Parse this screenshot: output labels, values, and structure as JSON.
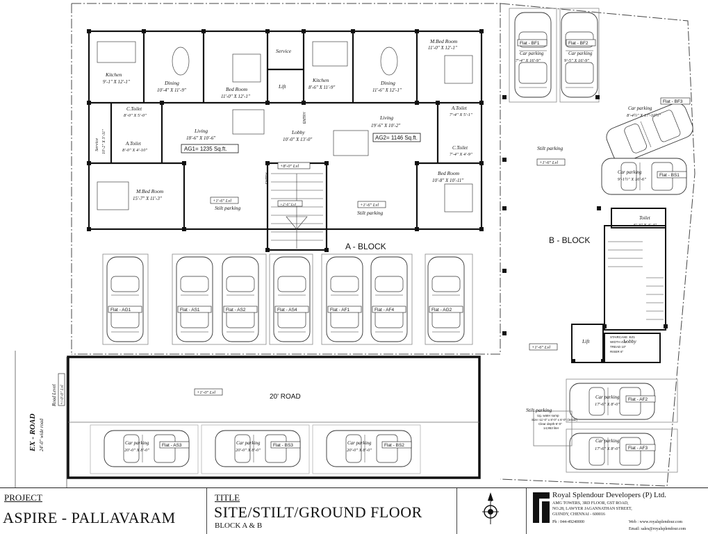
{
  "labels": {
    "kitchen1": "Kitchen",
    "kitchen1_dim": "9'-1\" X 12'-1\"",
    "dining1": "Dining",
    "dining1_dim": "10'-4\" X 11'-9\"",
    "bed1": "Bed Room",
    "bed1_dim": "11'-0\" X 12'-1\"",
    "service1": "Service",
    "lift1": "Lift",
    "kitchen2": "Kitchen",
    "kitchen2_dim": "8'-6\" X 11'-9\"",
    "dining2": "Dining",
    "dining2_dim": "11'-6\" X 12'-1\"",
    "mbed2": "M.Bed Room",
    "mbed2_dim": "11'-0\" X 12'-1\"",
    "ctoilet1": "C.Toilet",
    "ctoilet1_dim": "8'-0\" X 5'-0\"",
    "service2": "Service",
    "service2_dim": "10'-2\" X 3'-11\"",
    "atoilet1": "A.Toilet",
    "atoilet1_dim": "8'-0\" X 4'-10\"",
    "living1": "Living",
    "living1_dim": "18'-6\" X 10'-6\"",
    "ag1": "AG1= 1235 Sq.ft.",
    "lobby1": "Lobby",
    "lobby1_dim": "10'-0\" X 13'-0\"",
    "entry1": "ENTRY",
    "entry2": "ENTRY",
    "lvl_8": "+8'-0\" Lvl",
    "living2": "Living",
    "living2_dim": "19'-6\" X 10'-2\"",
    "ag2": "AG2= 1146 Sq.ft.",
    "atoilet2": "A.Toilet",
    "atoilet2_dim": "7'-4\" X 5'-1\"",
    "ctoilet2": "C.Toilet",
    "ctoilet2_dim": "7'-4\" X 4'-9\"",
    "bed2": "Bed Room",
    "bed2_dim": "10'-8\" X 10'-11\"",
    "mbed1": "M.Bed Room",
    "mbed1_dim": "15'-7\" X 11'-3\"",
    "lvl_a1": "+1'-6\" Lvl",
    "stilt_a1": "Stilt parking",
    "lvl_2": "+2'-0\" Lvl",
    "lvl_a2": "+1'-6\" Lvl",
    "stilt_a2": "Stilt parking",
    "ablock": "A - BLOCK",
    "cars_a": [
      "Flat - AG1",
      "Flat - AS1",
      "Flat - AS2",
      "Flat - AS4",
      "Flat - AF1",
      "Flat - AF4",
      "Flat - AG2"
    ],
    "bf1": "Flat - BF1",
    "bf2": "Flat - BF2",
    "bf1_cp": "Car parking",
    "bf1_dim": "7'-4\" X 16'-9\"",
    "bf2_cp": "Car parking",
    "bf2_dim": "9'-5\" X 16'-9\"",
    "bf3": "Flat - BF3",
    "bf3_cp": "Car parking",
    "bf3_dim": "8'-4½\" X 17'-10½\"",
    "stilt_b": "Stilt parking",
    "lvl_b": "+1'-6\" Lvl",
    "bs1": "Flat - BS1",
    "bs1_cp": "Car parking",
    "bs1_dim": "9'-1½\" X 16'-6\"",
    "toilet_b": "Toilet",
    "toilet_b_dim": "6'-3\" X 4'-4\"",
    "bblock": "B - BLOCK",
    "lift_b": "Lift",
    "lobby_b": "Lobby",
    "staircase_note": [
      "STAIRCASE :EZ1",
      "WIDTH  4'-0\"",
      "TREAD  10\"",
      "RISER  6\""
    ],
    "lvl_b2": "+1'-6\" Lvl",
    "road": "20' ROAD",
    "lvl_road": "+1'-0\" Lvl",
    "ex_road": "EX - ROAD",
    "ex_road_w": "24'-0\" wide road",
    "road_level": "Road Level",
    "road_level_val": "+/-0'-0\" Lvl",
    "cp_bottom": [
      {
        "flat": "Flat - AS3",
        "cp": "Car parking",
        "dim": "20'-0\" X 8'-0\""
      },
      {
        "flat": "Flat - BS3",
        "cp": "Car parking",
        "dim": "20'-0\" X 8'-0\""
      },
      {
        "flat": "Flat - BS2",
        "cp": "Car parking",
        "dim": "20'-0\" X 8'-0\""
      }
    ],
    "af2": "Flat - AF2",
    "af2_cp": "Car parking",
    "af2_dim": "17'-6\" X 8'-0\"",
    "af3": "Flat - AF3",
    "af3_cp": "Car parking",
    "af3_dim": "17'-6\" X 8'-0\"",
    "stilt_b2": "Stilt parking",
    "sump": [
      "Ug. water sump",
      "Size:-11'-0\" x 8'-0\" x 6'-0\" (inside)",
      "Clear depth-6'-0\"",
      "14,953 liter"
    ]
  },
  "title_block": {
    "project_label": "PROJECT",
    "project_name": "ASPIRE - PALLAVARAM",
    "title_label": "TITLE",
    "title": "SITE/STILT/GROUND FLOOR",
    "subtitle": "BLOCK A & B",
    "north": "N",
    "company": "Royal Splendour Developers (P) Ltd.",
    "addr1": "AMG TOWERS, 3RD FLOOR, GST ROAD,",
    "addr2": "NO.28, LAWYER JAGANNATHAN STREET,",
    "addr3": "GUINDY, CHENNAI - 600016",
    "phone": "Ph : 044-49240000",
    "web": "Web : www.royalsplendour.com",
    "email": "Email: sales@royalsplendour.com"
  }
}
